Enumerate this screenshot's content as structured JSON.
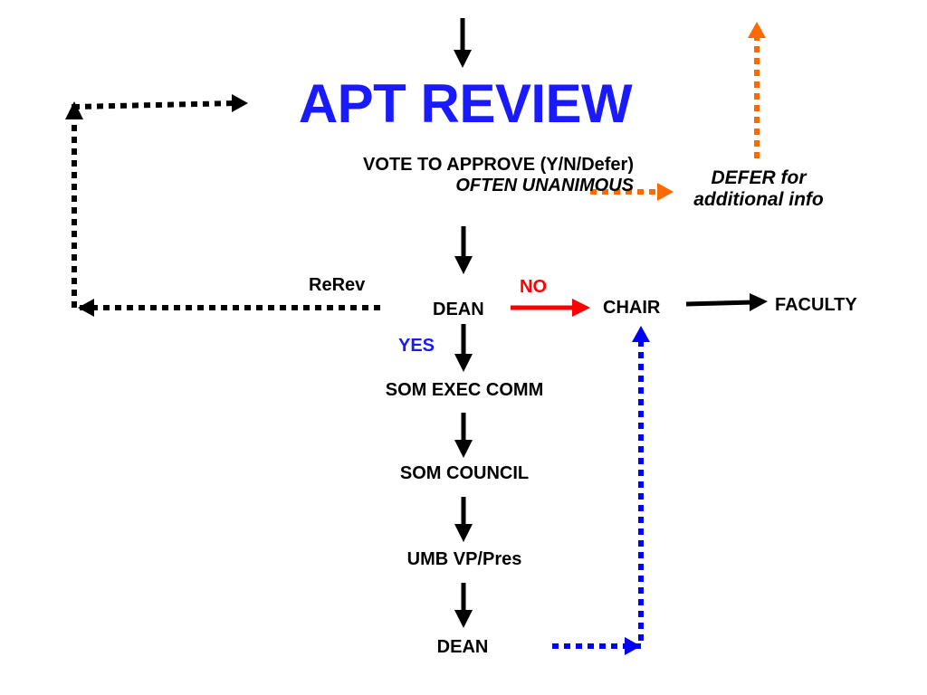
{
  "title": "APT REVIEW",
  "vote": {
    "line1": "VOTE TO APPROVE (Y/N/Defer)",
    "line2": "OFTEN UNANIMOUS"
  },
  "defer_note": {
    "line1": "DEFER for",
    "line2": "additional info"
  },
  "labels": {
    "rerev": "ReRev",
    "no": "NO",
    "yes": "YES"
  },
  "nodes": {
    "dean_first": "DEAN",
    "chair": "CHAIR",
    "faculty": "FACULTY",
    "som_exec": "SOM EXEC COMM",
    "som_council": "SOM COUNCIL",
    "umb": "UMB VP/Pres",
    "dean_final": "DEAN"
  },
  "colors": {
    "title": "#1a1aff",
    "yes": "#1a1aff",
    "no": "#ff0000",
    "defer_arrow": "#ff6a00",
    "final_loop_arrow": "#0000ff",
    "rerev_arrow": "#000000",
    "flow_arrow": "#000000",
    "no_arrow": "#ff0000"
  }
}
